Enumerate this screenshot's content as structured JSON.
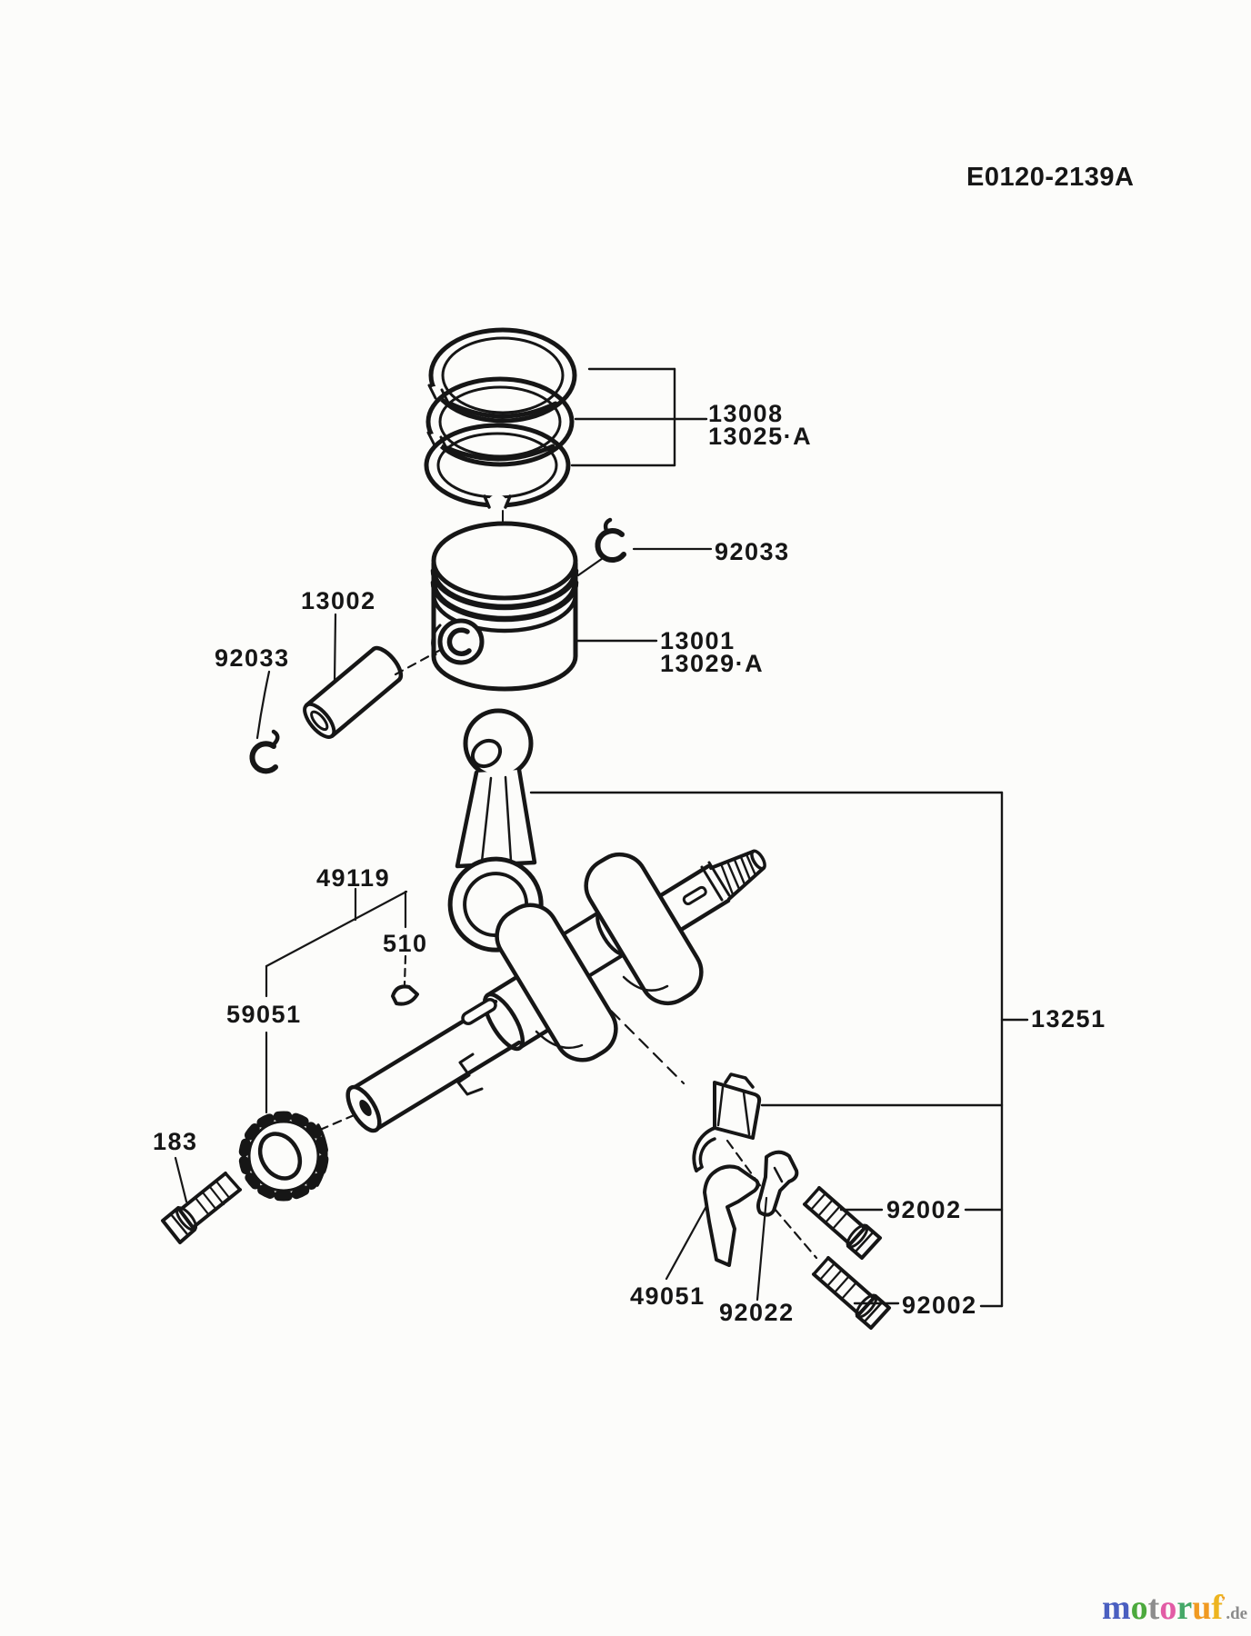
{
  "header": {
    "code": "E0120-2139A"
  },
  "parts": {
    "piston_rings": "13008",
    "piston_rings_alt": "13025·A",
    "circlip_right": "92033",
    "circlip_left": "92033",
    "piston_pin": "13002",
    "piston": "13001",
    "piston_alt": "13029·A",
    "crank_key": "49119",
    "woodruff_key": "510",
    "gear": "59051",
    "gear_bolt": "183",
    "crankshaft_assy": "13251",
    "rod_bolt_upper": "92002",
    "oil_dipper": "49051",
    "lock_plate": "92022",
    "rod_bolt_lower": "92002"
  },
  "colors": {
    "line": "#161616",
    "background": "#fcfcfa"
  },
  "watermark": {
    "letters": [
      {
        "ch": "m",
        "color": "#4a5fc0"
      },
      {
        "ch": "o",
        "color": "#4caa3d"
      },
      {
        "ch": "t",
        "color": "#8d8d8d"
      },
      {
        "ch": "o",
        "color": "#e25ca5"
      },
      {
        "ch": "r",
        "color": "#45a868"
      },
      {
        "ch": "u",
        "color": "#f09a22"
      },
      {
        "ch": "f",
        "color": "#edb41f"
      }
    ],
    "tick": "’",
    "tick_color": "#f09a22",
    "suffix": ".de",
    "suffix_color": "#8b8b8b"
  }
}
